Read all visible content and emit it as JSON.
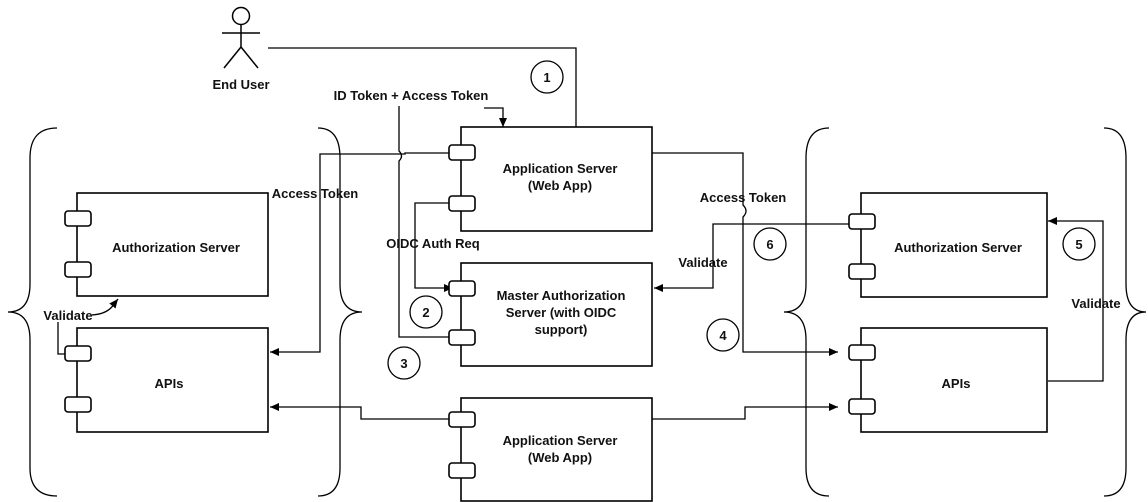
{
  "actor": {
    "label": "End User"
  },
  "components": {
    "app_server_top": {
      "line1": "Application Server",
      "line2": "(Web App)"
    },
    "app_server_bottom": {
      "line1": "Application Server",
      "line2": "(Web App)"
    },
    "master_auth": {
      "line1": "Master Authorization",
      "line2": "Server (with OIDC",
      "line3": "support)"
    },
    "auth_left": {
      "label": "Authorization Server"
    },
    "apis_left": {
      "label": "APIs"
    },
    "auth_right": {
      "label": "Authorization Server"
    },
    "apis_right": {
      "label": "APIs"
    }
  },
  "edge_labels": {
    "id_access_token": "ID Token + Access Token",
    "access_token_left": "Access Token",
    "oidc_auth_req": "OIDC Auth Req",
    "validate_left": "Validate",
    "access_token_right": "Access Token",
    "validate_mid": "Validate",
    "validate_right": "Validate"
  },
  "steps": {
    "s1": "1",
    "s2": "2",
    "s3": "3",
    "s4": "4",
    "s5": "5",
    "s6": "6"
  }
}
